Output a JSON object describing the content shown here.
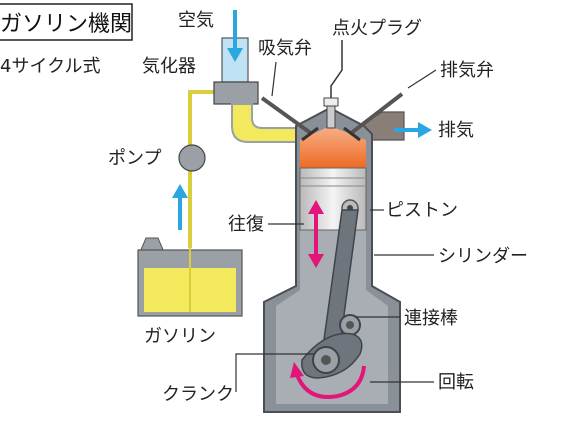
{
  "title_box": {
    "title": "ガソリン機関",
    "subtitle": "4サイクル式"
  },
  "labels": {
    "air": "空気",
    "carburetor": "気化器",
    "intake_valve": "吸気弁",
    "spark_plug": "点火プラグ",
    "exhaust_valve": "排気弁",
    "exhaust": "排気",
    "pump": "ポンプ",
    "reciprocation": "往復",
    "piston": "ピストン",
    "cylinder": "シリンダー",
    "gasoline": "ガソリン",
    "connecting_rod": "連接棒",
    "crank": "クランク",
    "rotation": "回転"
  },
  "colors": {
    "engine_gray": "#8a9097",
    "engine_inner": "#bfc4c9",
    "fuel_yellow": "#f2ea5c",
    "combustion_orange": "#f07a32",
    "air_blue": "#2aa7e0",
    "motion_magenta": "#e3157a",
    "piston_light": "#e6e6e6"
  }
}
